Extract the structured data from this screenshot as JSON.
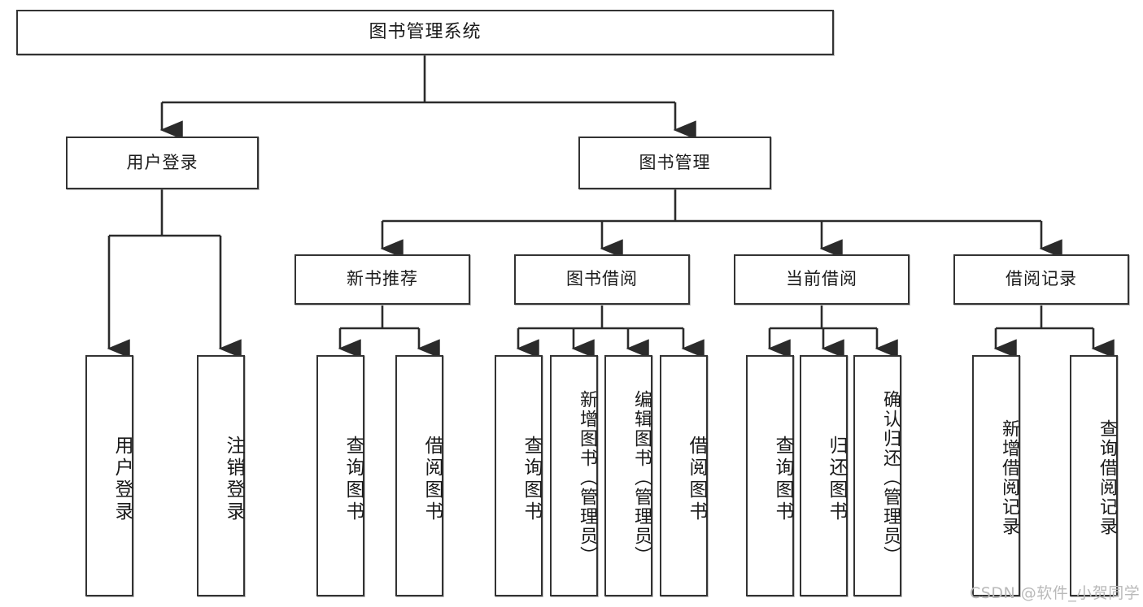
{
  "diagram": {
    "title": "图书管理系统",
    "type": "hierarchy-tree",
    "root": {
      "id": "root",
      "label": "图书管理系统",
      "orientation": "horizontal"
    },
    "level2": [
      {
        "id": "user-login",
        "label": "用户登录",
        "orientation": "horizontal"
      },
      {
        "id": "book-manage",
        "label": "图书管理",
        "orientation": "horizontal"
      }
    ],
    "level3": [
      {
        "id": "new-book-recommend",
        "label": "新书推荐",
        "orientation": "horizontal",
        "parent": "book-manage"
      },
      {
        "id": "book-borrow",
        "label": "图书借阅",
        "orientation": "horizontal",
        "parent": "book-manage"
      },
      {
        "id": "current-borrow",
        "label": "当前借阅",
        "orientation": "horizontal",
        "parent": "book-manage"
      },
      {
        "id": "borrow-record",
        "label": "借阅记录",
        "orientation": "horizontal",
        "parent": "book-manage"
      }
    ],
    "leaves": [
      {
        "id": "leaf-user-login",
        "label": "用户登录",
        "orientation": "vertical",
        "parent": "user-login"
      },
      {
        "id": "leaf-user-logout",
        "label": "注销登录",
        "orientation": "vertical",
        "parent": "user-login"
      },
      {
        "id": "leaf-query-book-1",
        "label": "查询图书",
        "orientation": "vertical",
        "parent": "new-book-recommend"
      },
      {
        "id": "leaf-borrow-book-1",
        "label": "借阅图书",
        "orientation": "vertical",
        "parent": "new-book-recommend"
      },
      {
        "id": "leaf-query-book-2",
        "label": "查询图书",
        "orientation": "vertical",
        "parent": "book-borrow"
      },
      {
        "id": "leaf-add-book",
        "label": "新增图书（管理员）",
        "orientation": "vertical",
        "parent": "book-borrow"
      },
      {
        "id": "leaf-edit-book",
        "label": "编辑图书（管理员）",
        "orientation": "vertical",
        "parent": "book-borrow"
      },
      {
        "id": "leaf-borrow-book-2",
        "label": "借阅图书",
        "orientation": "vertical",
        "parent": "book-borrow"
      },
      {
        "id": "leaf-query-book-3",
        "label": "查询图书",
        "orientation": "vertical",
        "parent": "current-borrow"
      },
      {
        "id": "leaf-return-book",
        "label": "归还图书",
        "orientation": "vertical",
        "parent": "current-borrow"
      },
      {
        "id": "leaf-confirm-return",
        "label": "确认归还（管理员）",
        "orientation": "vertical",
        "parent": "current-borrow"
      },
      {
        "id": "leaf-add-record",
        "label": "新增借阅记录",
        "orientation": "vertical",
        "parent": "borrow-record"
      },
      {
        "id": "leaf-query-record",
        "label": "查询借阅记录",
        "orientation": "vertical",
        "parent": "borrow-record"
      }
    ],
    "watermark": "CSDN @软件_小贺同学",
    "colors": {
      "border": "#333333",
      "background": "#ffffff",
      "text": "#1a1a1a",
      "connector": "#2b2b2b",
      "watermark": "#b9b9b9"
    }
  }
}
